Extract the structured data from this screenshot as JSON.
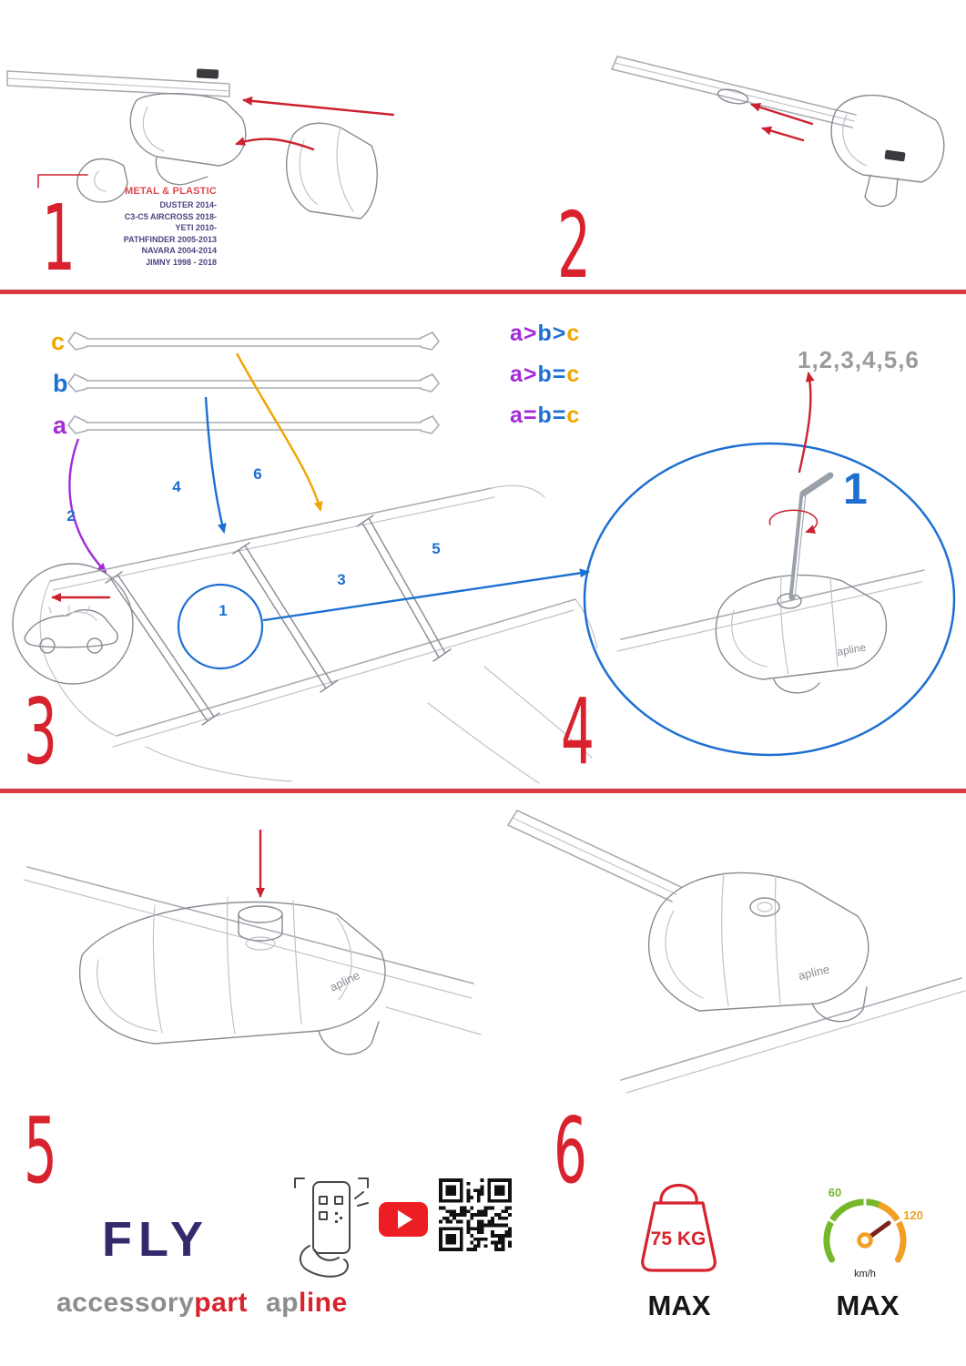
{
  "colors": {
    "accent_red": "#d6232e",
    "blue": "#1d6fd2",
    "purple": "#a22bd6",
    "orange": "#f0a500",
    "green": "#76b82a",
    "navy": "#332a6b",
    "gray_text": "#8d8d8d"
  },
  "steps": {
    "n1": "1",
    "n2": "2",
    "n3": "3",
    "n4": "4",
    "n5": "5",
    "n6": "6"
  },
  "step1": {
    "material_label": "METAL & PLASTIC",
    "vehicles": [
      "DUSTER 2014-",
      "C3-C5 AIRCROSS 2018-",
      "YETI 2010-",
      "PATHFINDER 2005-2013",
      "NAVARA 2004-2014",
      "JIMNY 1998 - 2018"
    ]
  },
  "step3": {
    "bars": [
      "c",
      "b",
      "a"
    ],
    "comparisons": [
      [
        "a",
        ">",
        "b",
        ">",
        "c"
      ],
      [
        "a",
        ">",
        "b",
        "=",
        "c"
      ],
      [
        "a",
        "=",
        "b",
        "=",
        "c"
      ]
    ],
    "positions": [
      "1",
      "2",
      "3",
      "4",
      "5",
      "6"
    ]
  },
  "step4": {
    "sequence": "1,2,3,4,5,6",
    "step_highlight": "1"
  },
  "brand": {
    "clamp_label": "apline",
    "fly": "FLY",
    "word1_gray": "accessory",
    "word1_red": "part",
    "word2_gray": "ap",
    "word2_red": "line"
  },
  "load": {
    "value": "75 KG",
    "max_label": "MAX"
  },
  "speed": {
    "start": "60",
    "end": "120",
    "unit": "km/h",
    "max_label": "MAX"
  }
}
